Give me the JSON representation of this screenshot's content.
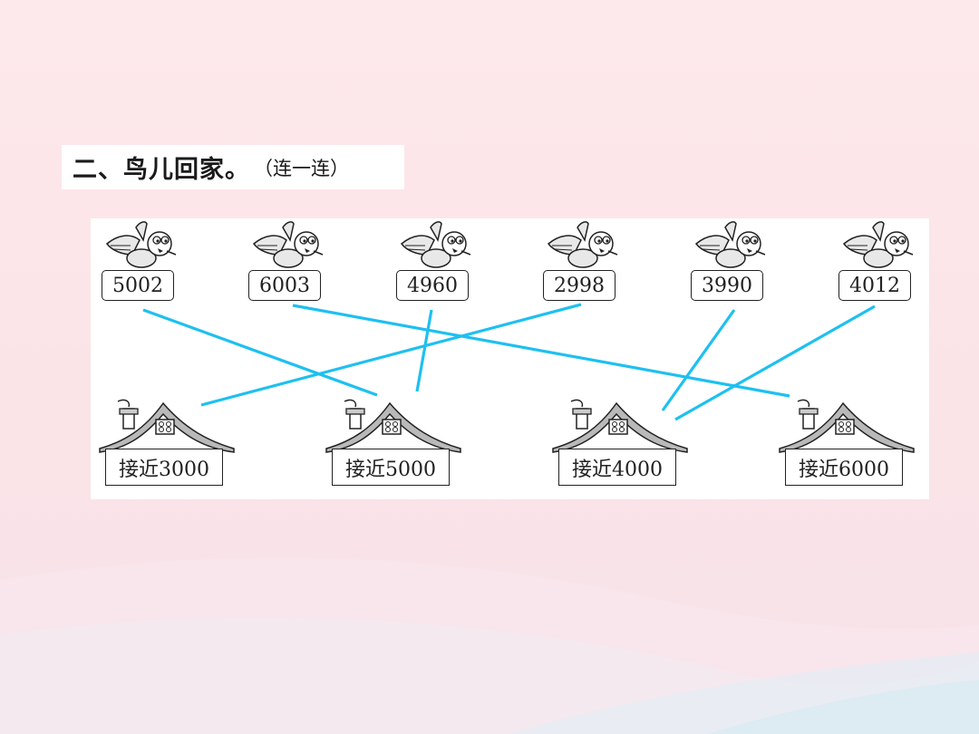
{
  "title": {
    "main": "二、鸟儿回家。",
    "sub": "（连一连）"
  },
  "birds": [
    {
      "number": "5002"
    },
    {
      "number": "6003"
    },
    {
      "number": "4960"
    },
    {
      "number": "2998"
    },
    {
      "number": "3990"
    },
    {
      "number": "4012"
    }
  ],
  "houses": [
    {
      "label": "接近3000"
    },
    {
      "label": "接近5000"
    },
    {
      "label": "接近4000"
    },
    {
      "label": "接近6000"
    }
  ],
  "connections": [
    {
      "bird": "5002",
      "house": "接近5000"
    },
    {
      "bird": "6003",
      "house": "接近6000"
    },
    {
      "bird": "4960",
      "house": "接近5000"
    },
    {
      "bird": "2998",
      "house": "接近3000"
    },
    {
      "bird": "3990",
      "house": "接近4000"
    },
    {
      "bird": "4012",
      "house": "接近4000"
    }
  ],
  "colors": {
    "line": "#1ec0f0",
    "roof": "#b9b9b9",
    "outline": "#222222"
  }
}
